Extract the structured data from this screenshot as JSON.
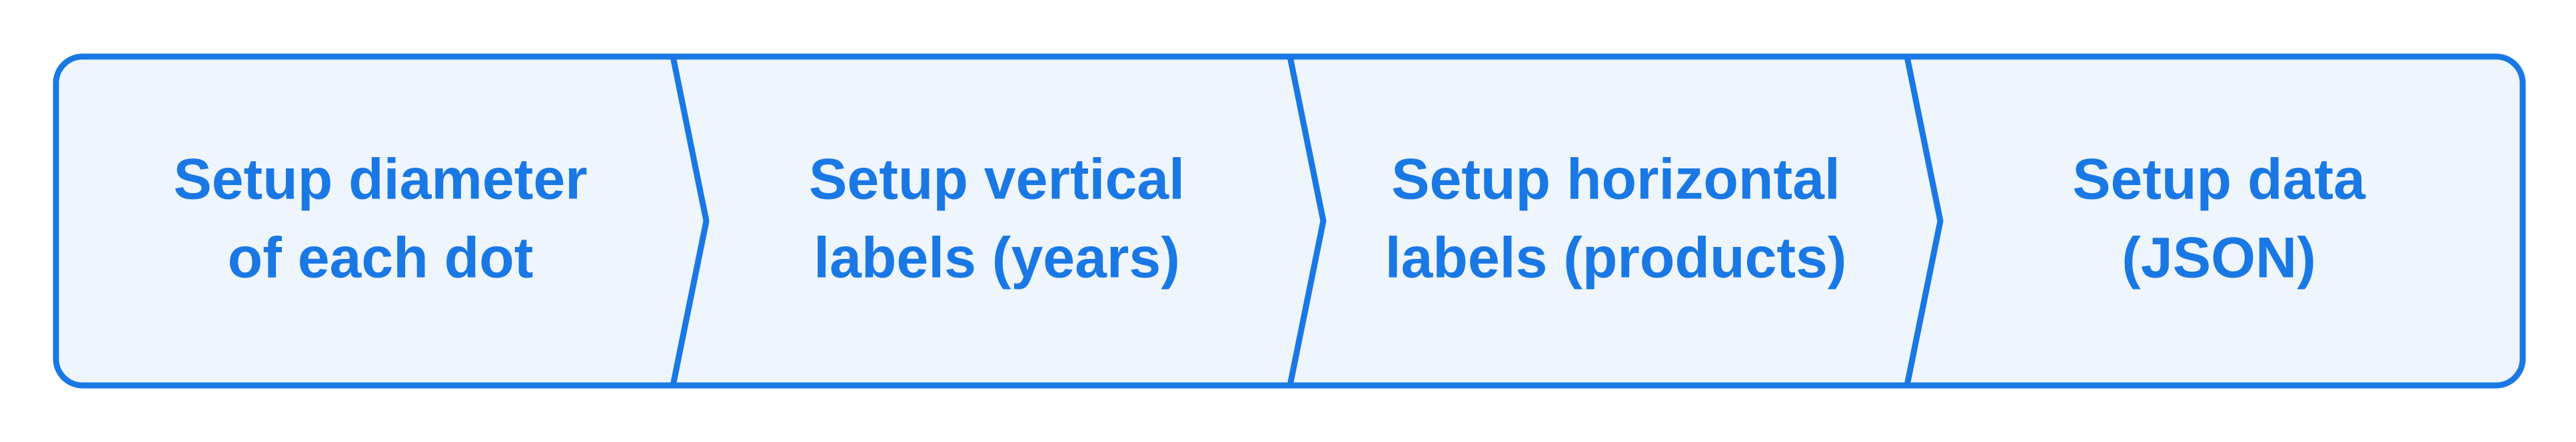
{
  "colors": {
    "fill": "#eef5fd",
    "stroke": "#1a78e5",
    "text": "#1a78e5"
  },
  "steps": [
    {
      "line1": "Setup diameter",
      "line2": "of each dot"
    },
    {
      "line1": "Setup vertical",
      "line2": "labels (years)"
    },
    {
      "line1": "Setup horizontal",
      "line2": "labels (products)"
    },
    {
      "line1": "Setup data",
      "line2": "(JSON)"
    }
  ]
}
